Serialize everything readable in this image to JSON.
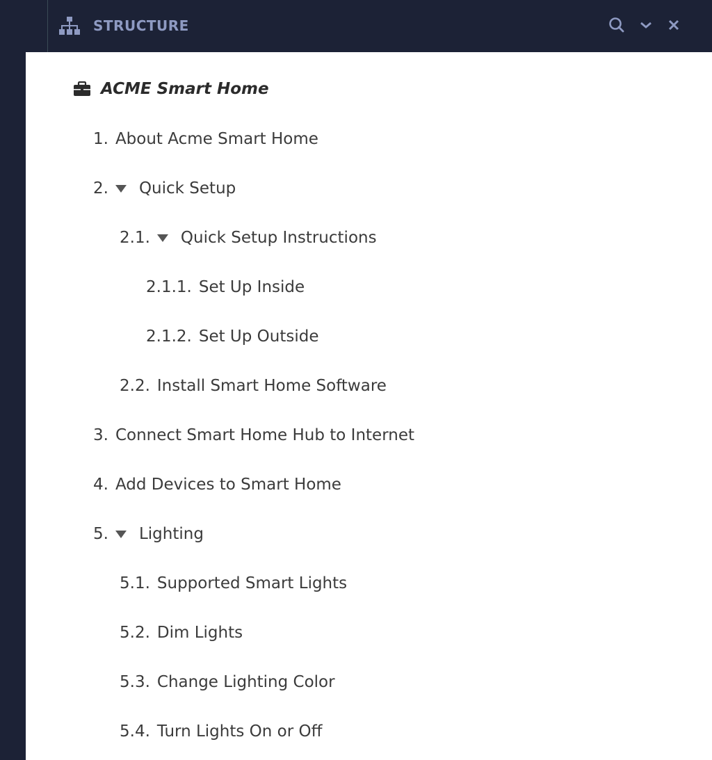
{
  "header": {
    "title": "STRUCTURE",
    "icons": [
      "sitemap-icon",
      "search-icon",
      "chevron-down-icon",
      "close-icon"
    ]
  },
  "tree": {
    "root": "ACME Smart Home",
    "items": [
      {
        "num": "1.",
        "label": "About Acme Smart Home",
        "level": 1,
        "expanded": null
      },
      {
        "num": "2.",
        "label": "Quick Setup",
        "level": 1,
        "expanded": true
      },
      {
        "num": "2.1.",
        "label": "Quick Setup Instructions",
        "level": 2,
        "expanded": true
      },
      {
        "num": "2.1.1.",
        "label": "Set Up Inside",
        "level": 3,
        "expanded": null
      },
      {
        "num": "2.1.2.",
        "label": "Set Up Outside",
        "level": 3,
        "expanded": null
      },
      {
        "num": "2.2.",
        "label": "Install Smart Home Software",
        "level": 2,
        "expanded": null
      },
      {
        "num": "3.",
        "label": "Connect Smart Home Hub to Internet",
        "level": 1,
        "expanded": null
      },
      {
        "num": "4.",
        "label": "Add Devices to Smart Home",
        "level": 1,
        "expanded": null
      },
      {
        "num": "5.",
        "label": "Lighting",
        "level": 1,
        "expanded": true
      },
      {
        "num": "5.1.",
        "label": "Supported Smart Lights",
        "level": 2,
        "expanded": null
      },
      {
        "num": "5.2.",
        "label": "Dim Lights",
        "level": 2,
        "expanded": null
      },
      {
        "num": "5.3.",
        "label": "Change Lighting Color",
        "level": 2,
        "expanded": null
      },
      {
        "num": "5.4.",
        "label": "Turn Lights On or Off",
        "level": 2,
        "expanded": null
      }
    ]
  }
}
